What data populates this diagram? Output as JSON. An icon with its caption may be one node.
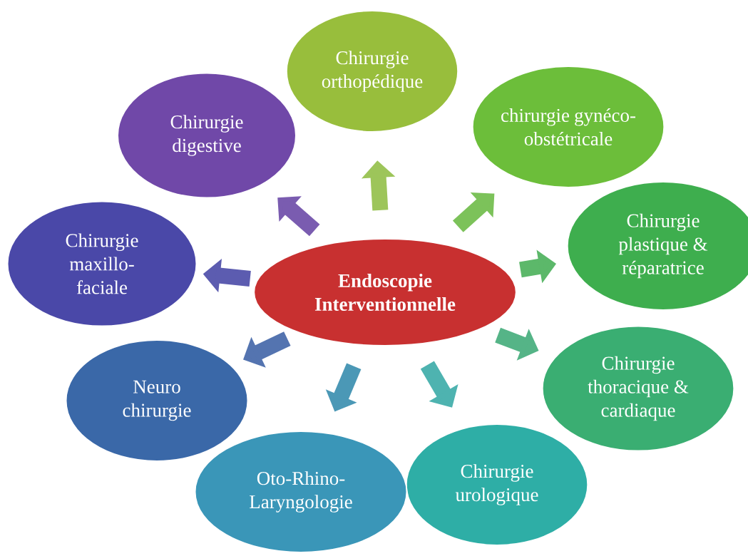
{
  "diagram": {
    "nodes": [
      {
        "text": [
          "Endoscopie Interventionnelle"
        ]
      },
      {
        "text": [
          "Chirurgie orthopédique"
        ]
      },
      {
        "text": [
          "chirurgie gynéco-obstétricale"
        ]
      },
      {
        "text": [
          "Chirurgie plastique & réparatrice"
        ]
      },
      {
        "text": [
          "Chirurgie thoracique & cardiaque"
        ]
      },
      {
        "text": [
          "Chirurgie urologique"
        ]
      },
      {
        "text": [
          "Oto-Rhino-Laryngologie"
        ]
      },
      {
        "text": [
          "Neuro chirurgie"
        ]
      },
      {
        "text": [
          "Chirurgie maxillo-faciale"
        ]
      },
      {
        "text": [
          "Chirurgie digestive"
        ]
      }
    ],
    "edges": [
      {
        "from": 0,
        "to": 1,
        "arrow": "to",
        "color": "#9dc55a"
      },
      {
        "from": 0,
        "to": 2,
        "arrow": "to",
        "color": "#7cc25a"
      },
      {
        "from": 0,
        "to": 3,
        "arrow": "to",
        "color": "#5cb86a"
      },
      {
        "from": 0,
        "to": 4,
        "arrow": "to",
        "color": "#55b487"
      },
      {
        "from": 0,
        "to": 5,
        "arrow": "to",
        "color": "#4eb3b0"
      },
      {
        "from": 0,
        "to": 6,
        "arrow": "to",
        "color": "#4b98b6"
      },
      {
        "from": 0,
        "to": 7,
        "arrow": "to",
        "color": "#5474b0"
      },
      {
        "from": 0,
        "to": 8,
        "arrow": "to",
        "color": "#5c5cb0"
      },
      {
        "from": 0,
        "to": 9,
        "arrow": "to",
        "color": "#7a5cb0"
      }
    ]
  }
}
